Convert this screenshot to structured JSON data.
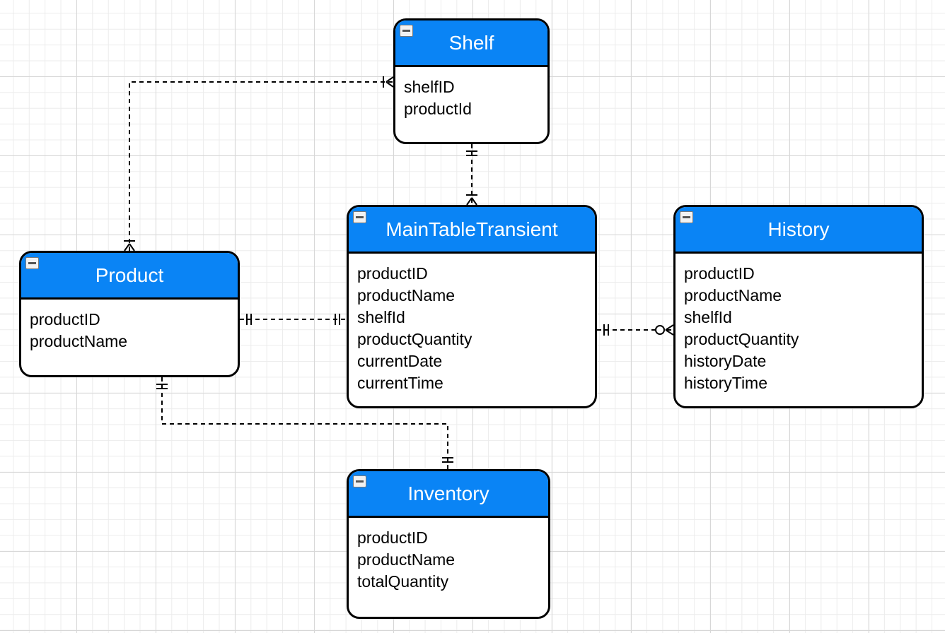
{
  "colors": {
    "header": "#0a84f5",
    "border": "#000000",
    "title_text": "#ffffff",
    "grid": "#d7d7d7"
  },
  "icons": {
    "collapse": "minus-box-icon"
  },
  "entities": {
    "shelf": {
      "title": "Shelf",
      "fields": [
        "shelfID",
        "productId"
      ]
    },
    "main_table_transient": {
      "title": "MainTableTransient",
      "fields": [
        "productID",
        "productName",
        "shelfId",
        "productQuantity",
        "currentDate",
        "currentTime"
      ]
    },
    "history": {
      "title": "History",
      "fields": [
        "productID",
        "productName",
        "shelfId",
        "productQuantity",
        "historyDate",
        "historyTime"
      ]
    },
    "product": {
      "title": "Product",
      "fields": [
        "productID",
        "productName"
      ]
    },
    "inventory": {
      "title": "Inventory",
      "fields": [
        "productID",
        "productName",
        "totalQuantity"
      ]
    }
  },
  "relationships": [
    {
      "name": "shelf-product",
      "from": "shelf",
      "to": "product",
      "from_cardinality": "one-or-many",
      "to_cardinality": "one-or-many",
      "style": "dashed"
    },
    {
      "name": "shelf-main",
      "from": "shelf",
      "to": "main_table_transient",
      "from_cardinality": "one-and-only-one",
      "to_cardinality": "one-or-many",
      "style": "dashed"
    },
    {
      "name": "product-main",
      "from": "product",
      "to": "main_table_transient",
      "from_cardinality": "one-and-only-one",
      "to_cardinality": "one-and-only-one",
      "style": "dashed"
    },
    {
      "name": "main-history",
      "from": "main_table_transient",
      "to": "history",
      "from_cardinality": "one-and-only-one",
      "to_cardinality": "zero-or-many",
      "style": "dashed"
    },
    {
      "name": "product-inventory",
      "from": "product",
      "to": "inventory",
      "from_cardinality": "one-and-only-one",
      "to_cardinality": "one-and-only-one",
      "style": "dashed"
    }
  ]
}
